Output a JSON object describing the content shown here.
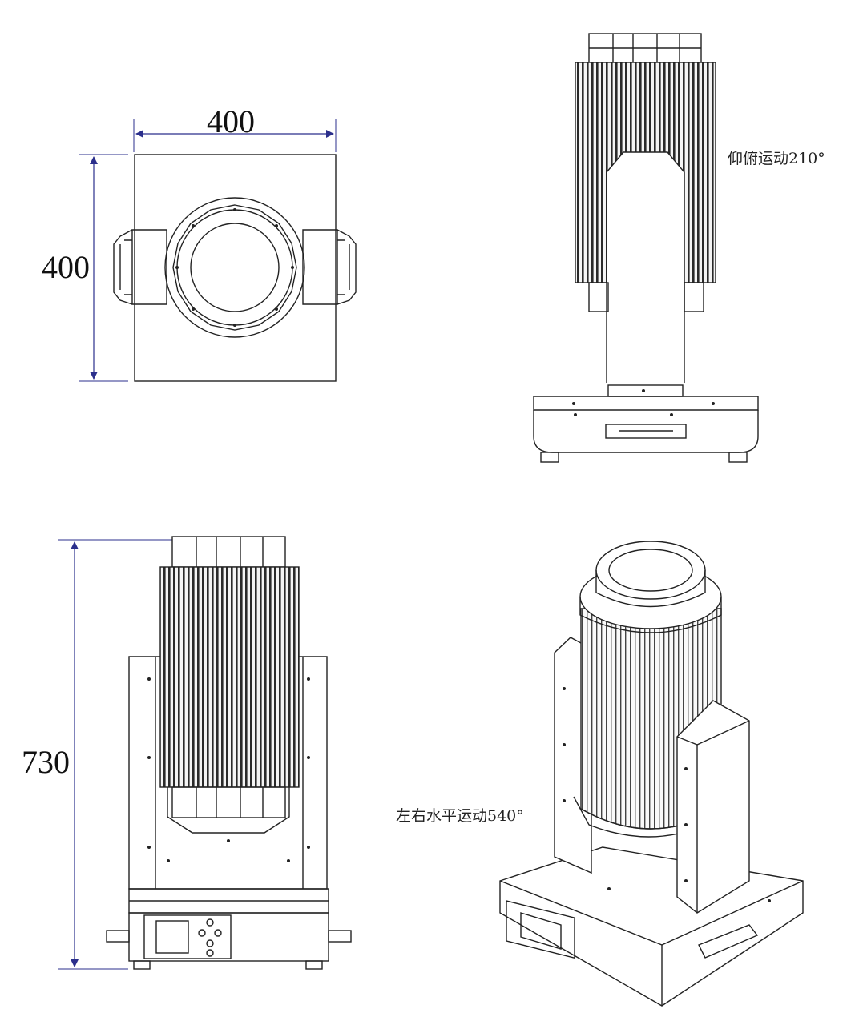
{
  "diagram": {
    "top_view": {
      "width_dim": "400",
      "depth_dim": "400"
    },
    "side_view": {
      "tilt_label": "仰俯运动210°"
    },
    "front_view": {
      "height_dim": "730"
    },
    "iso_view": {
      "pan_label": "左右水平运动540°"
    },
    "colors": {
      "line": "#222222",
      "dim": "#2b2f8c",
      "fin": "#333333"
    }
  }
}
